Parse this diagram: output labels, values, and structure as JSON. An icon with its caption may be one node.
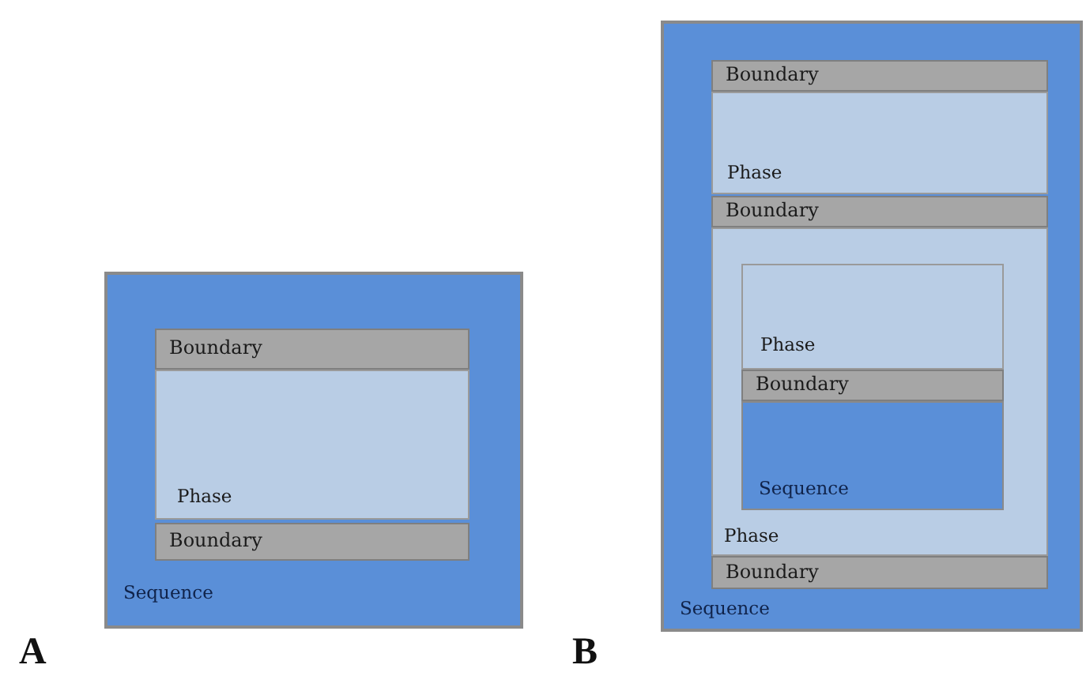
{
  "diagram": {
    "nodes": [
      {
        "text": [
          "Sequence"
        ]
      },
      {
        "text": [
          "Boundary"
        ],
        "in": 0
      },
      {
        "text": [
          "Phase"
        ],
        "in": 0
      },
      {
        "text": [
          "Boundary"
        ],
        "in": 0
      },
      {
        "text": [
          "Sequence"
        ]
      },
      {
        "text": [
          "Boundary"
        ],
        "in": 4
      },
      {
        "text": [
          "Phase"
        ],
        "in": 4
      },
      {
        "text": [
          "Boundary"
        ],
        "in": 4
      },
      {
        "text": [
          "Phase"
        ],
        "in": 4
      },
      {
        "text": [
          "Phase"
        ],
        "in": 8
      },
      {
        "text": [
          "Boundary"
        ],
        "in": 8
      },
      {
        "text": [
          "Sequence"
        ],
        "in": 8
      },
      {
        "text": [
          "Boundary"
        ],
        "in": 4
      }
    ],
    "edges": [],
    "labels": [
      "A",
      "B"
    ]
  }
}
